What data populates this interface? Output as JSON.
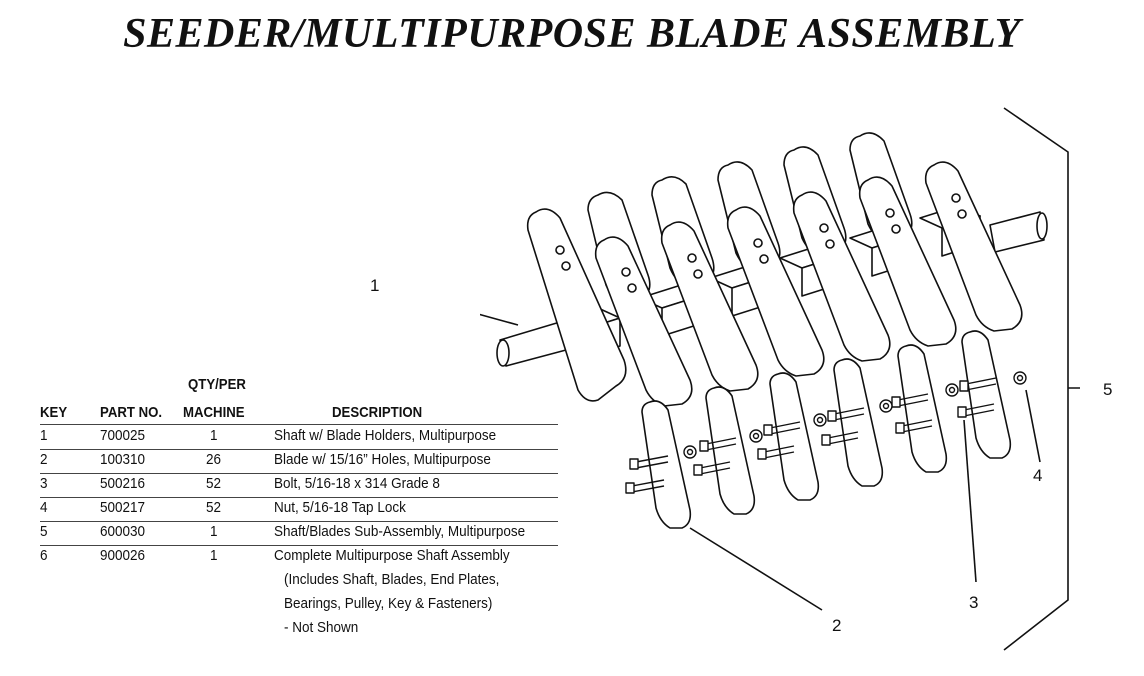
{
  "title": "SEEDER/MULTIPURPOSE BLADE ASSEMBLY",
  "table": {
    "headers": {
      "key": "KEY",
      "part_no": "PART NO.",
      "qty_line1": "QTY/PER",
      "qty_line2": "MACHINE",
      "description": "DESCRIPTION"
    },
    "rows": [
      {
        "key": "1",
        "part_no": "700025",
        "qty": "1",
        "description": "Shaft w/ Blade Holders, Multipurpose"
      },
      {
        "key": "2",
        "part_no": "100310",
        "qty": "26",
        "description": "Blade w/ 15/16” Holes, Multipurpose"
      },
      {
        "key": "3",
        "part_no": "500216",
        "qty": "52",
        "description": "Bolt, 5/16-18 x 314 Grade 8"
      },
      {
        "key": "4",
        "part_no": "500217",
        "qty": "52",
        "description": "Nut, 5/16-18 Tap Lock"
      },
      {
        "key": "5",
        "part_no": "600030",
        "qty": "1",
        "description": "Shaft/Blades Sub-Assembly, Multipurpose"
      },
      {
        "key": "6",
        "part_no": "900026",
        "qty": "1",
        "description": "Complete Multipurpose Shaft Assembly"
      }
    ],
    "row6_extra": [
      "(Includes Shaft, Blades, End Plates,",
      "Bearings, Pulley, Key & Fasteners)",
      "- Not Shown"
    ]
  },
  "callouts": {
    "c1": "1",
    "c2": "2",
    "c3": "3",
    "c4": "4",
    "c5": "5"
  }
}
